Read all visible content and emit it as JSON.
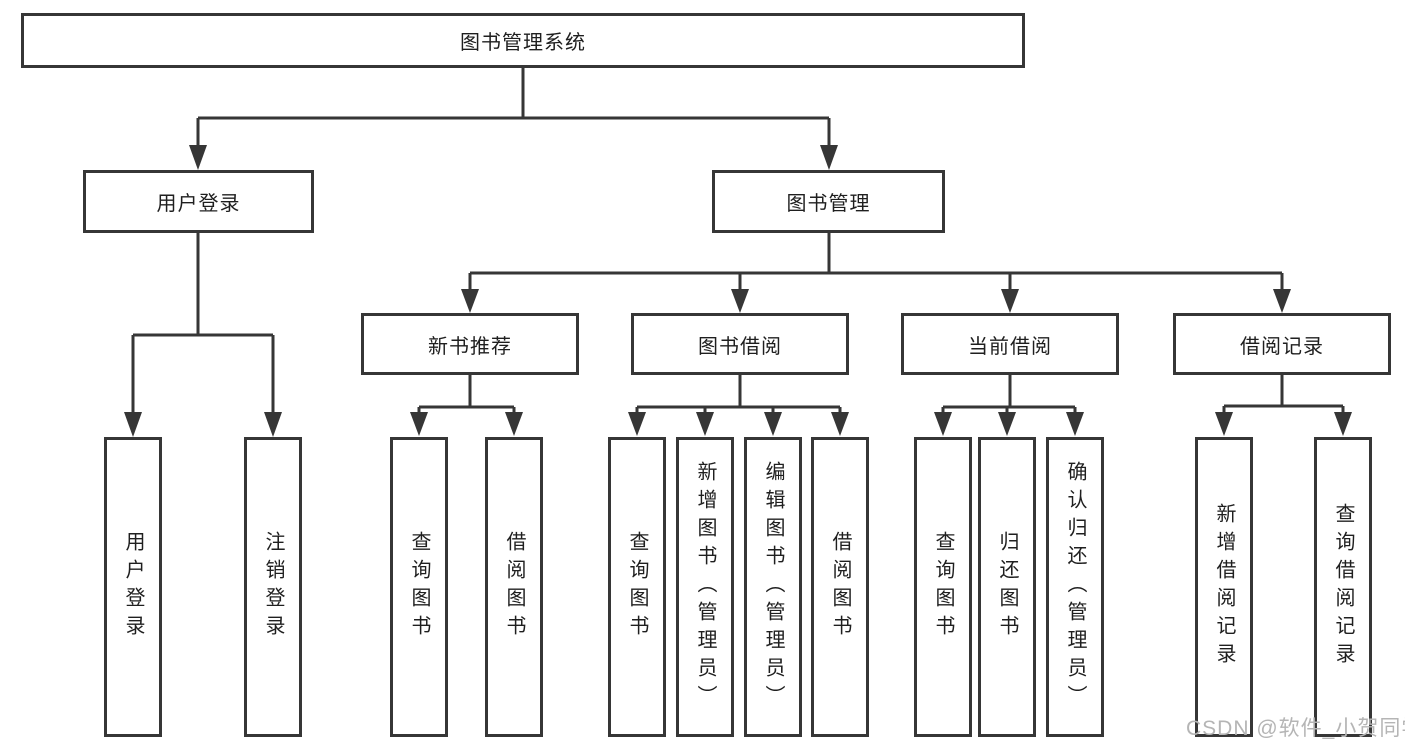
{
  "diagram": {
    "root": {
      "label": "图书管理系统"
    },
    "level2": {
      "user_login": {
        "label": "用户登录"
      },
      "book_management": {
        "label": "图书管理"
      }
    },
    "level3": {
      "new_book_recommend": {
        "label": "新书推荐"
      },
      "book_borrowing": {
        "label": "图书借阅"
      },
      "current_borrowing": {
        "label": "当前借阅"
      },
      "borrowing_records": {
        "label": "借阅记录"
      }
    },
    "leaves": {
      "user_login": {
        "label": "用户登录"
      },
      "logout": {
        "label": "注销登录"
      },
      "recommend_query_books": {
        "label": "查询图书"
      },
      "recommend_borrow_books": {
        "label": "借阅图书"
      },
      "borrow_query_books": {
        "label": "查询图书"
      },
      "borrow_add_books": {
        "label": "新增图书（管理员）"
      },
      "borrow_edit_books": {
        "label": "编辑图书（管理员）"
      },
      "borrow_borrow_books": {
        "label": "借阅图书"
      },
      "current_query_books": {
        "label": "查询图书"
      },
      "current_return_books": {
        "label": "归还图书"
      },
      "current_confirm_return": {
        "label": "确认归还（管理员）"
      },
      "records_add_record": {
        "label": "新增借阅记录"
      },
      "records_query_record": {
        "label": "查询借阅记录"
      }
    }
  },
  "watermark": {
    "text": "CSDN @软件_小贺同学",
    "color": "#b5b5b5"
  },
  "colors": {
    "line": "#363636",
    "box_border": "#363636",
    "box_fill": "#ffffff",
    "text": "#1f1f1f",
    "background": "#ffffff"
  }
}
